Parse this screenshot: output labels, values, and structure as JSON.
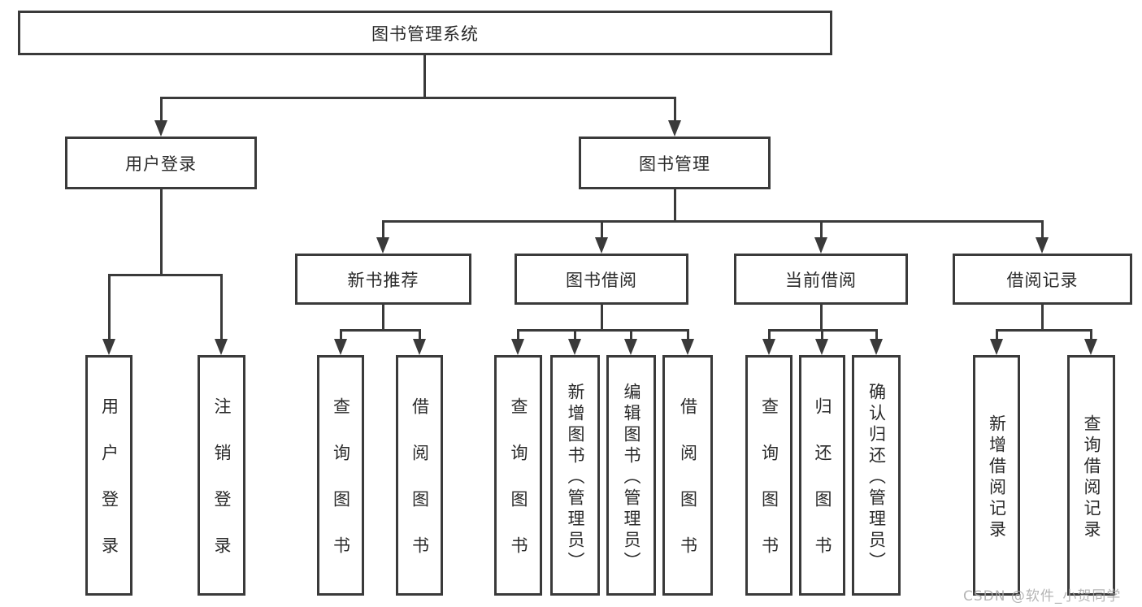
{
  "diagram": {
    "root": "图书管理系统",
    "branches": [
      {
        "label": "用户登录",
        "children": [
          "用户登录",
          "注销登录"
        ]
      },
      {
        "label": "图书管理",
        "sections": [
          {
            "label": "新书推荐",
            "children": [
              "查询图书",
              "借阅图书"
            ]
          },
          {
            "label": "图书借阅",
            "children": [
              "查询图书",
              "新增图书（管理员）",
              "编辑图书（管理员）",
              "借阅图书"
            ]
          },
          {
            "label": "当前借阅",
            "children": [
              "查询图书",
              "归还图书",
              "确认归还（管理员）"
            ]
          },
          {
            "label": "借阅记录",
            "children": [
              "新增借阅记录",
              "查询借阅记录"
            ]
          }
        ]
      }
    ]
  },
  "watermark": "CSDN @软件_小贺同学",
  "colors": {
    "line": "#3a3a3a",
    "box_border": "#3a3a3a",
    "box_fill": "#ffffff",
    "text": "#2a2a2a",
    "background": "#ffffff",
    "watermark": "#a8a8a8"
  }
}
